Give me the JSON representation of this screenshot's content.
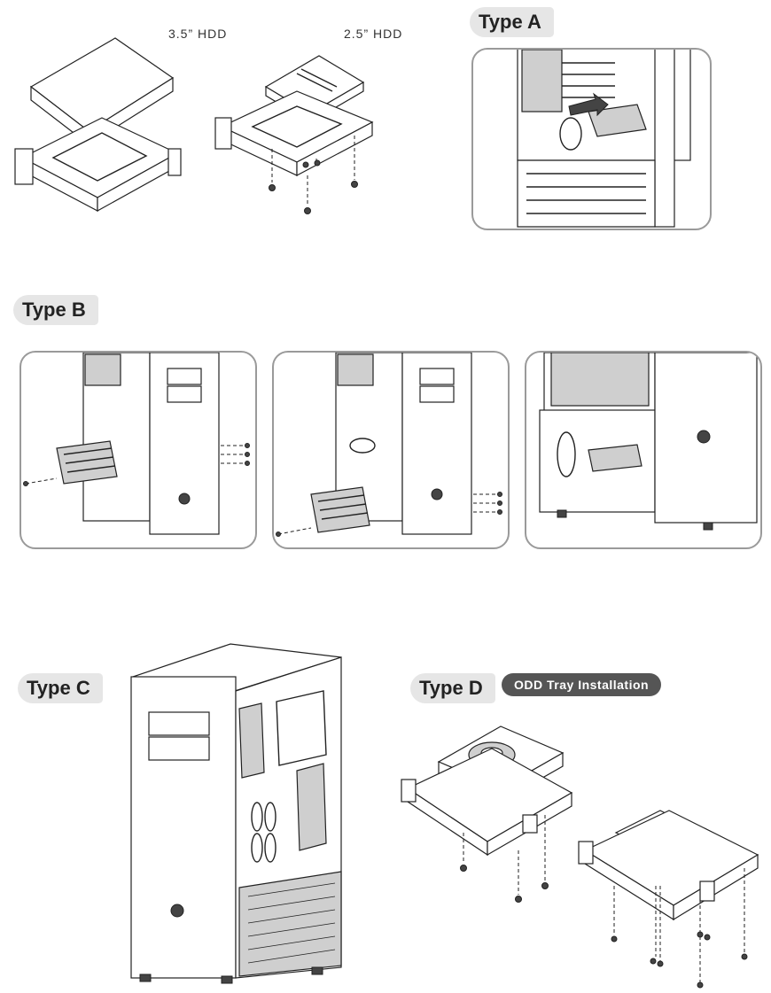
{
  "hdd": {
    "label_35": "3.5” HDD",
    "label_25": "2.5” HDD"
  },
  "types": {
    "a": "Type A",
    "b": "Type B",
    "c": "Type C",
    "d": "Type D"
  },
  "odd_tray": "ODD Tray Installation",
  "icons": {
    "arrow": "arrow-right-icon",
    "logo": "thermaltake-logo-icon",
    "screw": "screw-icon"
  },
  "colors": {
    "panel_border": "#9a9a9a",
    "label_bg": "#e6e6e6",
    "pill_bg": "#555555"
  }
}
